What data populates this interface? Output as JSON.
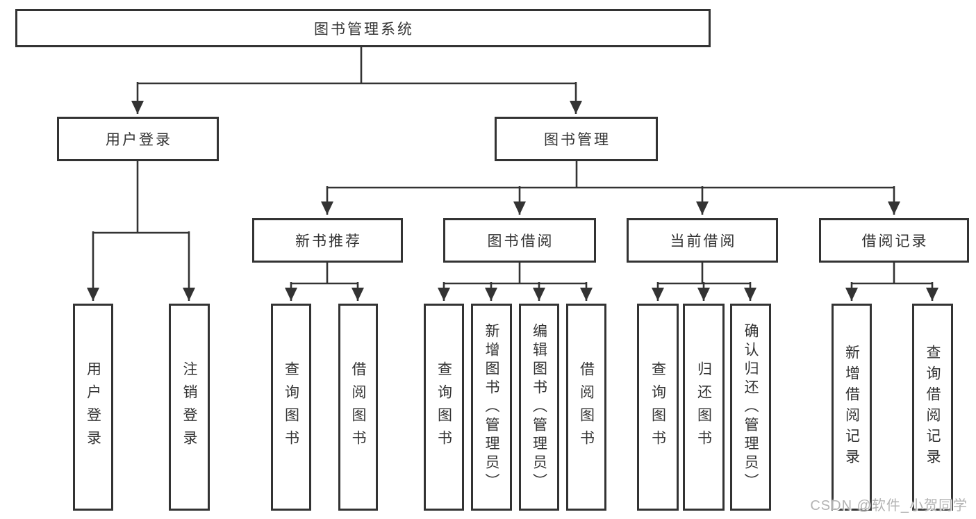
{
  "diagram_type": "tree",
  "watermark": "CSDN @软件_小贺同学",
  "colors": {
    "line": "#333333",
    "box_border": "#333333",
    "box_fill": "#ffffff",
    "text": "#333333",
    "watermark": "#b3b3b3"
  },
  "tree": {
    "root": {
      "label": "图书管理系统",
      "children": [
        {
          "label": "用户登录",
          "children": [
            {
              "label": "用户登录"
            },
            {
              "label": "注销登录"
            }
          ]
        },
        {
          "label": "图书管理",
          "children": [
            {
              "label": "新书推荐",
              "children": [
                {
                  "label": "查询图书"
                },
                {
                  "label": "借阅图书"
                }
              ]
            },
            {
              "label": "图书借阅",
              "children": [
                {
                  "label": "查询图书"
                },
                {
                  "label": "新增图书（管理员）"
                },
                {
                  "label": "编辑图书（管理员）"
                },
                {
                  "label": "借阅图书"
                }
              ]
            },
            {
              "label": "当前借阅",
              "children": [
                {
                  "label": "查询图书"
                },
                {
                  "label": "归还图书"
                },
                {
                  "label": "确认归还（管理员）"
                }
              ]
            },
            {
              "label": "借阅记录",
              "children": [
                {
                  "label": "新增借阅记录"
                },
                {
                  "label": "查询借阅记录"
                }
              ]
            }
          ]
        }
      ]
    }
  }
}
